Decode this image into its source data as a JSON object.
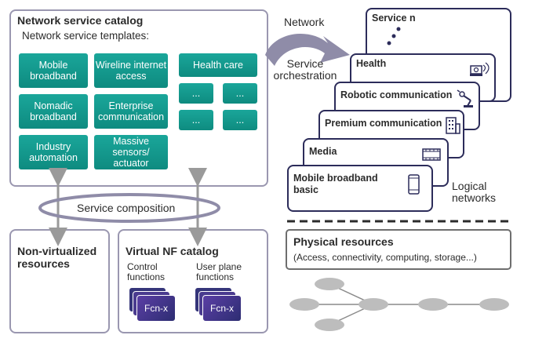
{
  "catalog": {
    "title": "Network service catalog",
    "subtitle": "Network service templates:",
    "tiles": {
      "mobile": "Mobile broadband",
      "wireline": "Wireline internet access",
      "health": "Health care",
      "nomadic": "Nomadic broadband",
      "enterprise": "Enterprise communication",
      "industry": "Industry automation",
      "massive": "Massive sensors/ actuator",
      "dots": "..."
    }
  },
  "composition": "Service composition",
  "nonvirt": "Non-virtualized resources",
  "vnf": {
    "title": "Virtual NF catalog",
    "control": "Control functions",
    "user": "User plane functions",
    "fcn": "Fcn-x"
  },
  "orchestration": {
    "top": "Network",
    "bottom": "Service orchestration"
  },
  "layers": {
    "service_n": "Service n",
    "health": "Health",
    "robotic": "Robotic communication",
    "premium": "Premium communication",
    "media": "Media",
    "mobile": "Mobile broadband basic"
  },
  "logical": "Logical networks",
  "physical": {
    "title": "Physical resources",
    "desc": "(Access, connectivity, computing, storage...)"
  },
  "colors": {
    "teal": "#0e8b80",
    "navy": "#2c2c5a",
    "lavender": "#9a97b0",
    "gray": "#bdbdbd"
  }
}
